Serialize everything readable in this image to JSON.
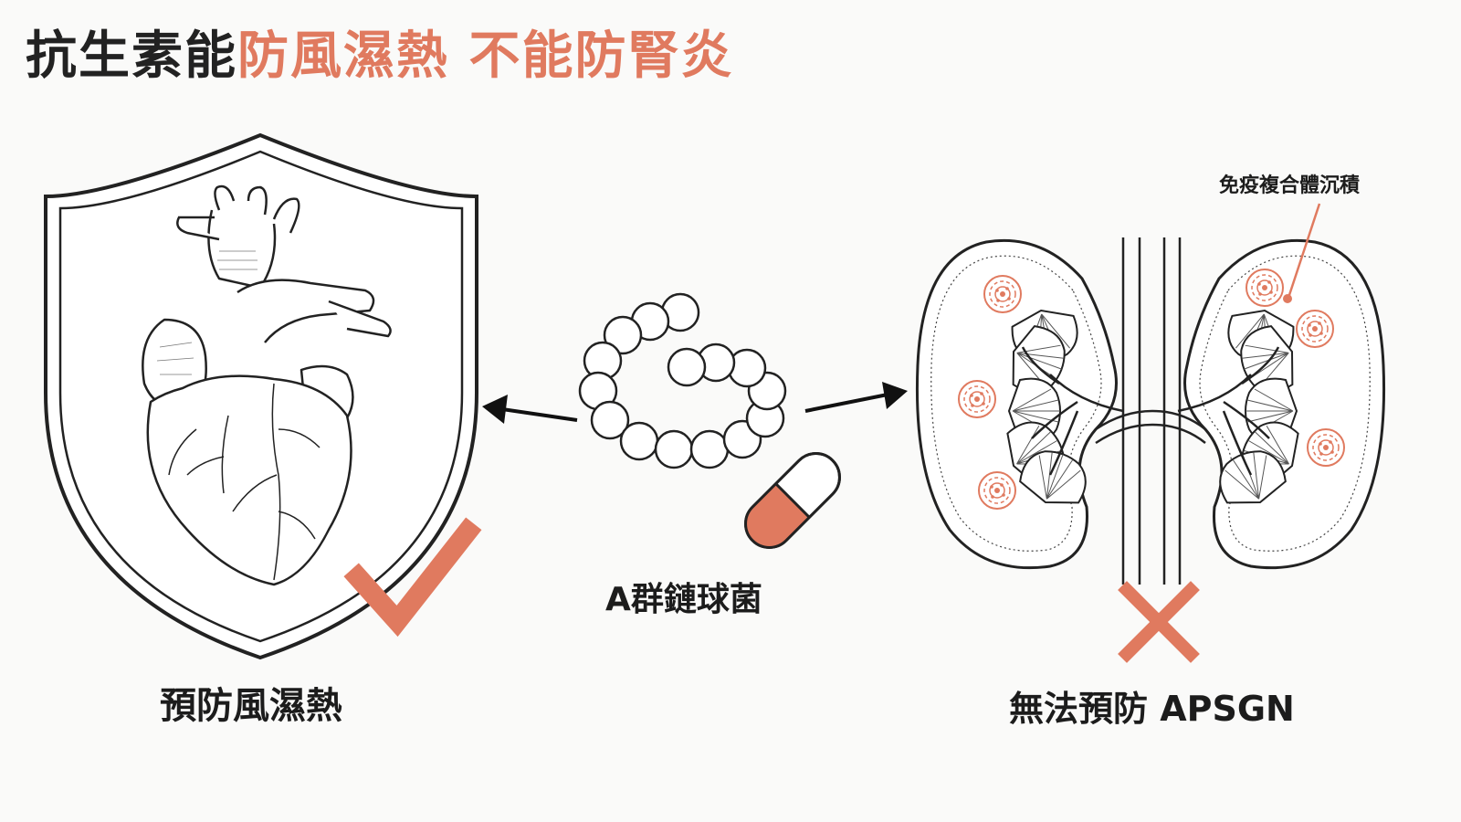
{
  "title": {
    "part1": "抗生素能",
    "part2": "防風濕熱 不能防腎炎"
  },
  "labels": {
    "heart": "預防風濕熱",
    "bacteria": "A群鏈球菌",
    "kidney": "無法預防 APSGN",
    "annotation": "免疫複合體沉積"
  },
  "colors": {
    "accent": "#e07a5f",
    "ink": "#222222",
    "background": "#fafaf9"
  },
  "icons": {
    "check": "check-icon",
    "cross": "cross-icon"
  }
}
